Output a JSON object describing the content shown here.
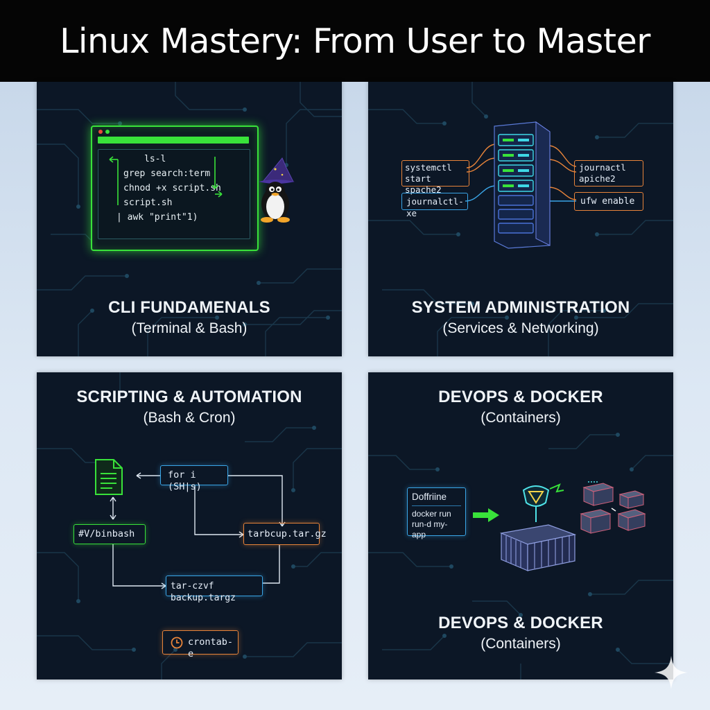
{
  "title": "Linux Mastery: From User to Master",
  "panels": {
    "cli": {
      "heading": "CLI FUNDAMENALS",
      "subheading": "(Terminal & Bash)",
      "terminal_lines": [
        "ls-l",
        "grep search:term",
        "chnod +x script.sh",
        "script.sh",
        "| awk \"print\"1)"
      ]
    },
    "sysadmin": {
      "heading": "SYSTEM ADMINISTRATION",
      "subheading": "(Services & Networking)",
      "cmd_systemctl_line1": "systemctl start",
      "cmd_systemctl_line2": "spache2",
      "cmd_journalctl_xe": "journalctl-xe",
      "cmd_journalctl_line1": "journactl",
      "cmd_journalctl_line2": "apiche2",
      "cmd_ufw": "ufw enable"
    },
    "scripting": {
      "heading": "SCRIPTING & AUTOMATION",
      "subheading": "(Bash & Cron)",
      "for_loop": "for i (SH|s)",
      "shebang": "#V/binbash",
      "tar_output": "tarbcup.tar.gz",
      "tar_cmd": "tar-czvf backup.targz",
      "crontab": "crontab-e"
    },
    "devops": {
      "heading_top": "DEVOPS & DOCKER",
      "subheading_top": "(Containers)",
      "dockerfile_title": "Doffriine",
      "dockerfile_line1": "docker run",
      "dockerfile_line2": "run-d my-app",
      "heading_bottom": "DEVOPS & DOCKER",
      "subheading_bottom": "(Containers)"
    }
  },
  "colors": {
    "title_bg": "#050505",
    "panel_bg": "#0c1726",
    "green": "#39e23a",
    "blue": "#3aa6e8",
    "orange": "#e8843a"
  },
  "icons": [
    "tux-penguin-icon",
    "server-rack-icon",
    "document-icon",
    "clock-icon",
    "docker-container-icon",
    "shield-icon",
    "arrow-right-icon",
    "sparkle-icon"
  ]
}
